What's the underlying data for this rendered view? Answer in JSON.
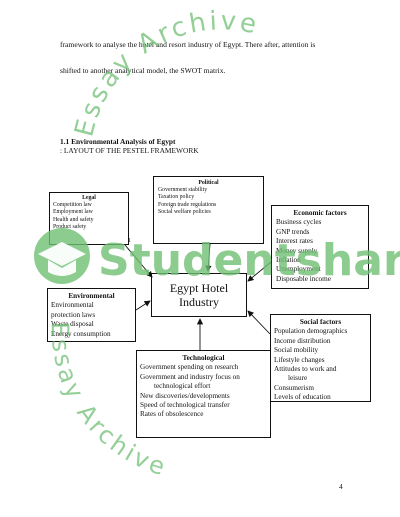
{
  "paragraph": {
    "line1": "framework to analyse the hotel and resort industry of Egypt.  There after, attention is",
    "line2": "shifted to another analytical model, the SWOT matrix."
  },
  "section": {
    "title": "1.1 Environmental Analysis of Egypt",
    "subtitle": ": LAYOUT OF THE PESTEL FRAMEWORK"
  },
  "center": {
    "line1": "Egypt Hotel",
    "line2": "Industry"
  },
  "boxes": {
    "political": {
      "title": "Political",
      "items": [
        "Government stability",
        "Taxation policy",
        "Foreign trade regulations",
        "Social welfare policies"
      ]
    },
    "legal": {
      "title": "Legal",
      "items": [
        "Competition law",
        "Employment law",
        "Health and safety",
        "Product safety"
      ]
    },
    "economic": {
      "title": "Economic factors",
      "items": [
        "Business cycles",
        "GNP trends",
        "Interest rates",
        "Money supply",
        "Inflation",
        "Unemployment",
        "Disposable income"
      ]
    },
    "environmental": {
      "title": "Environmental",
      "items": [
        "Environmental",
        "protection laws",
        "Waste disposal",
        "Energy consumption"
      ]
    },
    "social": {
      "title": "Social factors",
      "items": [
        "Population demographics",
        "Income distribution",
        "Social mobility",
        "Lifestyle changes",
        "Attitudes to work and",
        "leisure",
        "Consumerism",
        "Levels of education"
      ]
    },
    "technological": {
      "title": "Technological",
      "items": [
        "Government spending on research",
        "Government and industry focus on",
        "technological effort",
        "New discoveries/developments",
        "Speed of technological transfer",
        "Rates of obsolescence"
      ]
    }
  },
  "legal_marker": "1",
  "page_number": "4",
  "watermark": {
    "brand": "Studentshare",
    "arc_text": "Essay Archive",
    "color": "#6fbf73"
  }
}
